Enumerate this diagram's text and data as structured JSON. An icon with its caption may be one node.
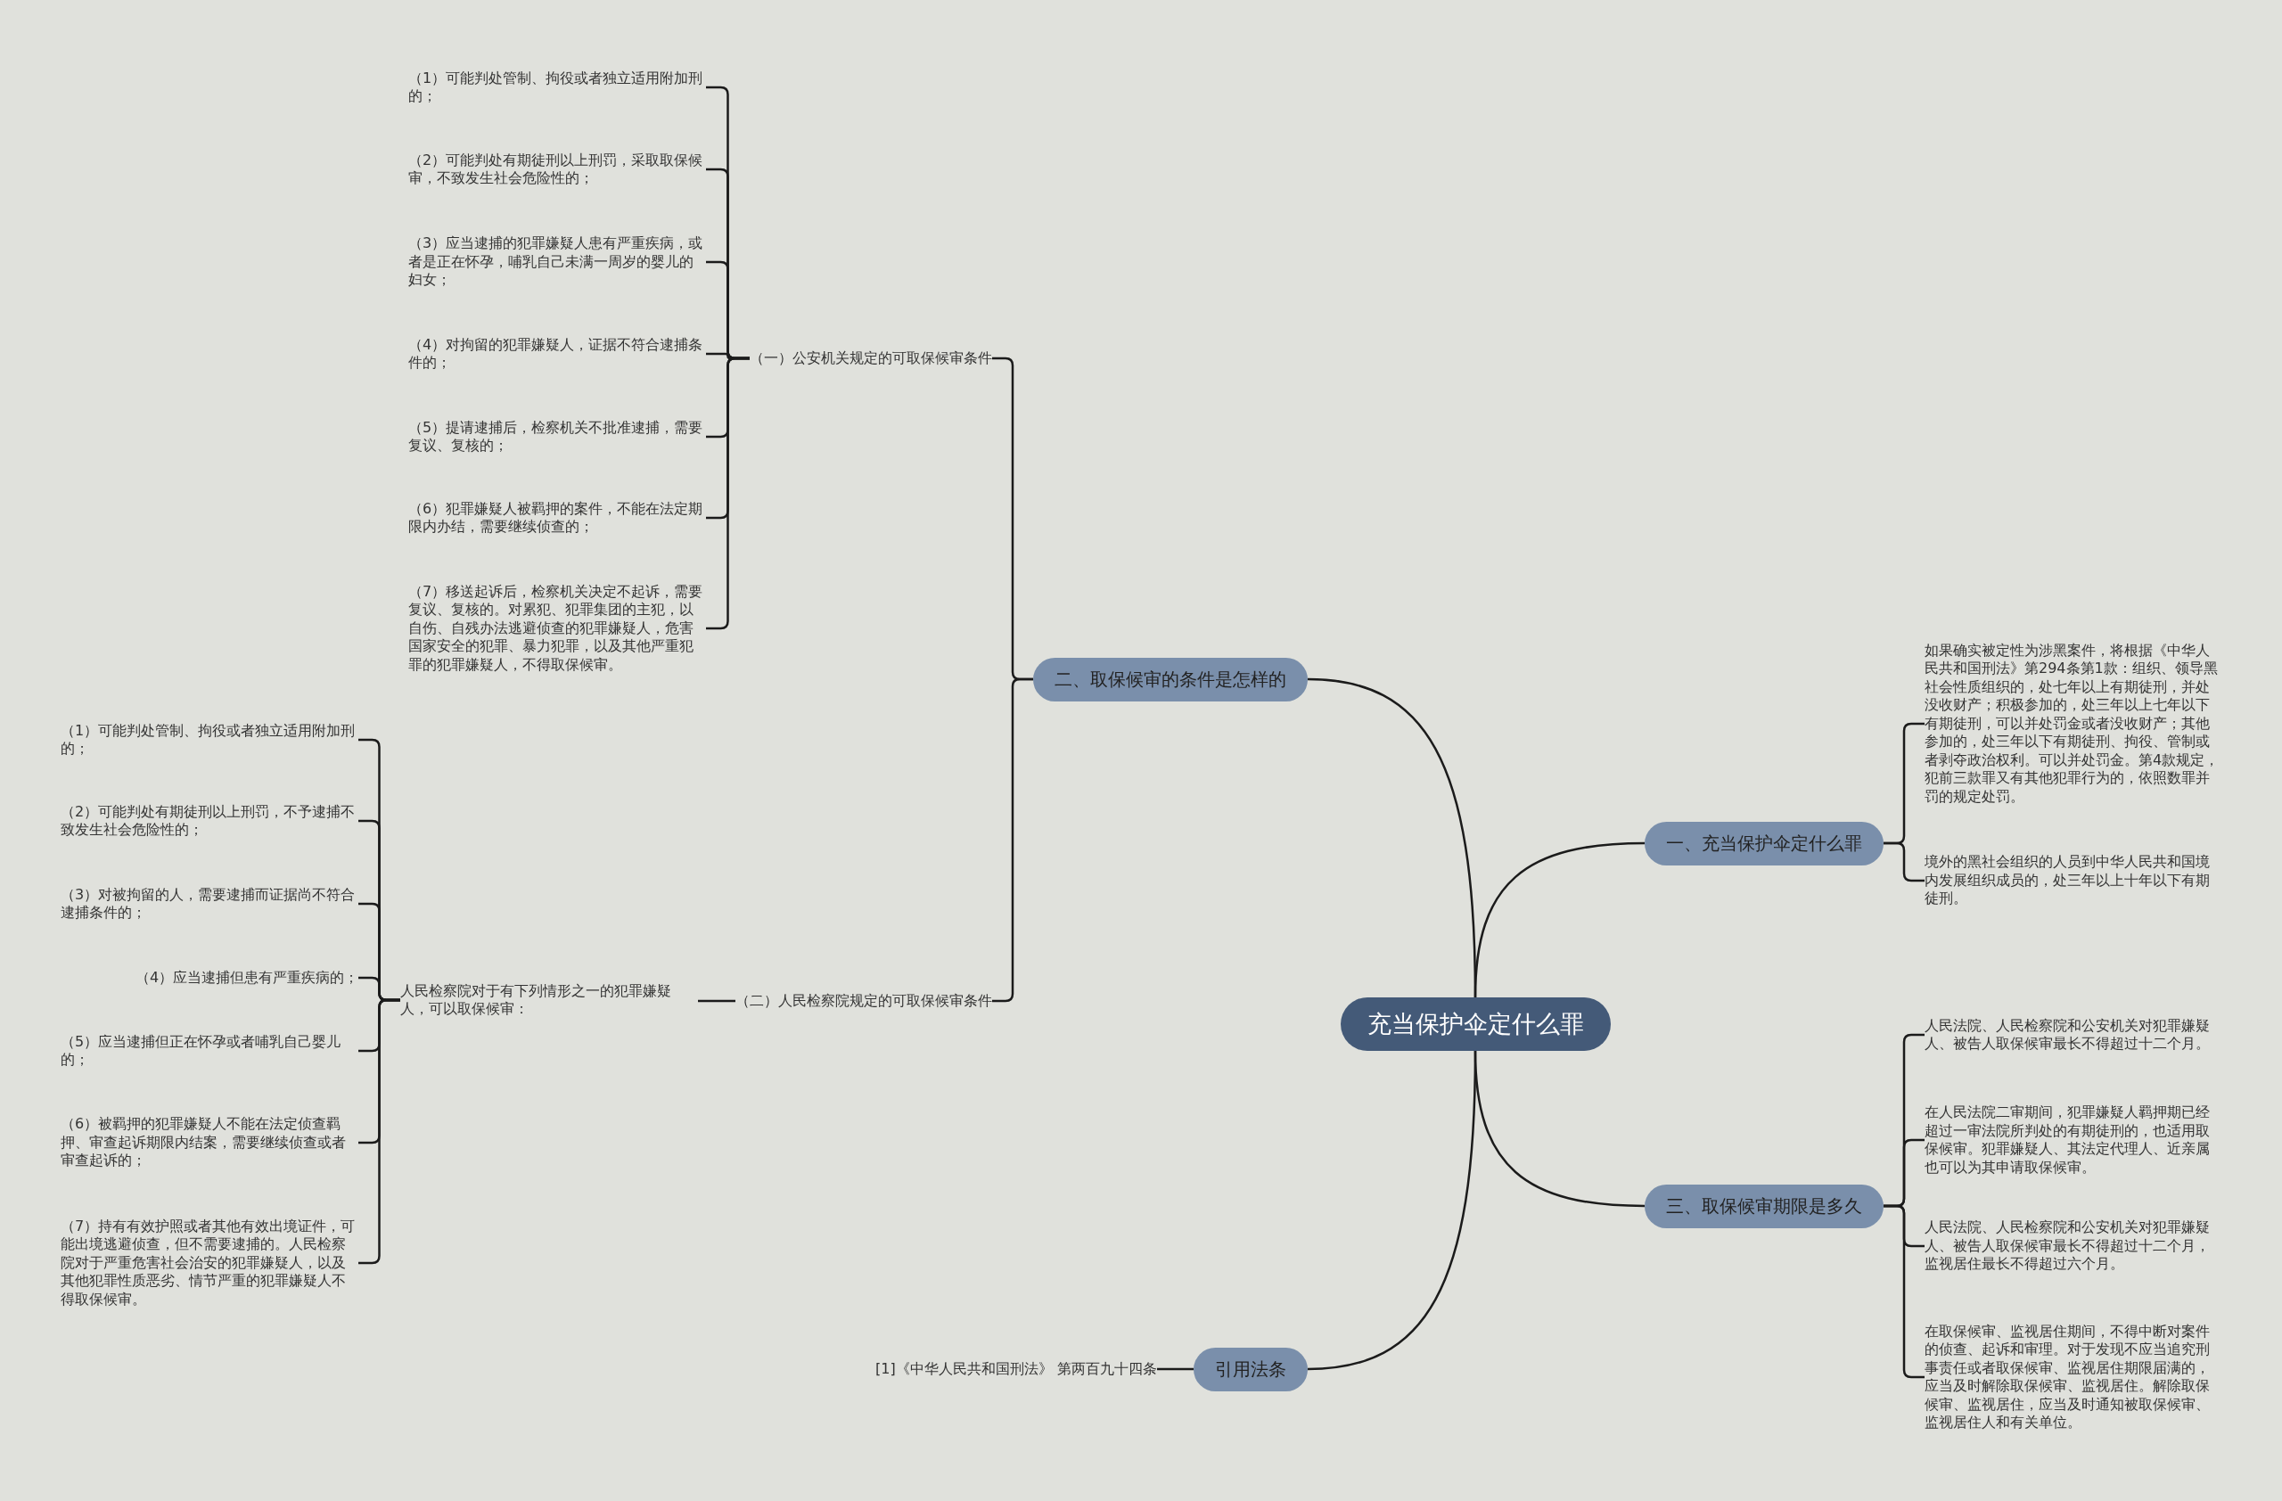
{
  "diagram": {
    "nodes": [
      {
        "text": [
          "充当保护伞定什么罪"
        ]
      },
      {
        "text": [
          "二、取保候审的条件是怎样的"
        ]
      },
      {
        "text": [
          "（一）公安机关规定的可取保候审条件"
        ]
      },
      {
        "text": [
          "（1）可能判处管制、拘役或者独立适用附加刑的；"
        ]
      },
      {
        "text": [
          "（2）可能判处有期徒刑以上刑罚，采取取保候审，不致发生社会危险性的；"
        ]
      },
      {
        "text": [
          "（3）应当逮捕的犯罪嫌疑人患有严重疾病，或者是正在怀孕，哺乳自己未满一周岁的婴儿的妇女；"
        ]
      },
      {
        "text": [
          "（4）对拘留的犯罪嫌疑人，证据不符合逮捕条件的；"
        ]
      },
      {
        "text": [
          "（5）提请逮捕后，检察机关不批准逮捕，需要复议、复核的；"
        ]
      },
      {
        "text": [
          "（6）犯罪嫌疑人被羁押的案件，不能在法定期限内办结，需要继续侦查的；"
        ]
      },
      {
        "text": [
          "（7）移送起诉后，检察机关决定不起诉，需要复议、复核的。对累犯、犯罪集团的主犯，以自伤、自残办法逃避侦查的犯罪嫌疑人，危害国家安全的犯罪、暴力犯罪，以及其他严重犯罪的犯罪嫌疑人，不得取保候审。"
        ]
      },
      {
        "text": [
          "（二）人民检察院规定的可取保候审条件"
        ]
      },
      {
        "text": [
          "人民检察院对于有下列情形之一的犯罪嫌疑人，可以取保候审："
        ]
      },
      {
        "text": [
          "（1）可能判处管制、拘役或者独立适用附加刑的；"
        ]
      },
      {
        "text": [
          "（2）可能判处有期徒刑以上刑罚，不予逮捕不致发生社会危险性的；"
        ]
      },
      {
        "text": [
          "（3）对被拘留的人，需要逮捕而证据尚不符合逮捕条件的；"
        ]
      },
      {
        "text": [
          "（4）应当逮捕但患有严重疾病的；"
        ]
      },
      {
        "text": [
          "（5）应当逮捕但正在怀孕或者哺乳自己婴儿的；"
        ]
      },
      {
        "text": [
          "（6）被羁押的犯罪嫌疑人不能在法定侦查羁押、审查起诉期限内结案，需要继续侦查或者审查起诉的；"
        ]
      },
      {
        "text": [
          "（7）持有有效护照或者其他有效出境证件，可能出境逃避侦查，但不需要逮捕的。人民检察院对于严重危害社会治安的犯罪嫌疑人，以及其他犯罪性质恶劣、情节严重的犯罪嫌疑人不得取保候审。"
        ]
      },
      {
        "text": [
          "一、充当保护伞定什么罪"
        ]
      },
      {
        "text": [
          "如果确实被定性为涉黑案件，将根据《中华人民共和国刑法》第294条第1款：组织、领导黑社会性质组织的，处七年以上有期徒刑，并处没收财产；积极参加的，处三年以上七年以下有期徒刑，可以并处罚金或者没收财产；其他参加的，处三年以下有期徒刑、拘役、管制或者剥夺政治权利。可以并处罚金。第4款规定，犯前三款罪又有其他犯罪行为的，依照数罪并罚的规定处罚。"
        ]
      },
      {
        "text": [
          "境外的黑社会组织的人员到中华人民共和国境内发展组织成员的，处三年以上十年以下有期徒刑。"
        ]
      },
      {
        "text": [
          "三、取保候审期限是多久"
        ]
      },
      {
        "text": [
          "人民法院、人民检察院和公安机关对犯罪嫌疑人、被告人取保候审最长不得超过十二个月。"
        ]
      },
      {
        "text": [
          "在人民法院二审期间，犯罪嫌疑人羁押期已经超过一审法院所判处的有期徒刑的，也适用取保候审。犯罪嫌疑人、其法定代理人、近亲属也可以为其申请取保候审。"
        ]
      },
      {
        "text": [
          "人民法院、人民检察院和公安机关对犯罪嫌疑人、被告人取保候审最长不得超过十二个月，监视居住最长不得超过六个月。"
        ]
      },
      {
        "text": [
          "在取保候审、监视居住期间，不得中断对案件的侦查、起诉和审理。对于发现不应当追究刑事责任或者取保候审、监视居住期限届满的，应当及时解除取保候审、监视居住。解除取保候审、监视居住，应当及时通知被取保候审、监视居住人和有关单位。"
        ]
      },
      {
        "text": [
          "引用法条"
        ]
      },
      {
        "text": [
          "[1]《中华人民共和国刑法》 第两百九十四条"
        ]
      }
    ],
    "edges": [
      {
        "from": 0,
        "to": 1,
        "arrow": "none"
      },
      {
        "from": 1,
        "to": 2,
        "arrow": "none"
      },
      {
        "from": 2,
        "to": 3,
        "arrow": "none"
      },
      {
        "from": 2,
        "to": 4,
        "arrow": "none"
      },
      {
        "from": 2,
        "to": 5,
        "arrow": "none"
      },
      {
        "from": 2,
        "to": 6,
        "arrow": "none"
      },
      {
        "from": 2,
        "to": 7,
        "arrow": "none"
      },
      {
        "from": 2,
        "to": 8,
        "arrow": "none"
      },
      {
        "from": 2,
        "to": 9,
        "arrow": "none"
      },
      {
        "from": 1,
        "to": 10,
        "arrow": "none"
      },
      {
        "from": 10,
        "to": 11,
        "arrow": "none"
      },
      {
        "from": 11,
        "to": 12,
        "arrow": "none"
      },
      {
        "from": 11,
        "to": 13,
        "arrow": "none"
      },
      {
        "from": 11,
        "to": 14,
        "arrow": "none"
      },
      {
        "from": 11,
        "to": 15,
        "arrow": "none"
      },
      {
        "from": 11,
        "to": 16,
        "arrow": "none"
      },
      {
        "from": 11,
        "to": 17,
        "arrow": "none"
      },
      {
        "from": 11,
        "to": 18,
        "arrow": "none"
      },
      {
        "from": 0,
        "to": 19,
        "arrow": "none"
      },
      {
        "from": 19,
        "to": 20,
        "arrow": "none"
      },
      {
        "from": 19,
        "to": 21,
        "arrow": "none"
      },
      {
        "from": 0,
        "to": 22,
        "arrow": "none"
      },
      {
        "from": 22,
        "to": 23,
        "arrow": "none"
      },
      {
        "from": 22,
        "to": 24,
        "arrow": "none"
      },
      {
        "from": 22,
        "to": 25,
        "arrow": "none"
      },
      {
        "from": 22,
        "to": 26,
        "arrow": "none"
      },
      {
        "from": 0,
        "to": 27,
        "arrow": "none"
      },
      {
        "from": 27,
        "to": 28,
        "arrow": "none"
      }
    ]
  }
}
